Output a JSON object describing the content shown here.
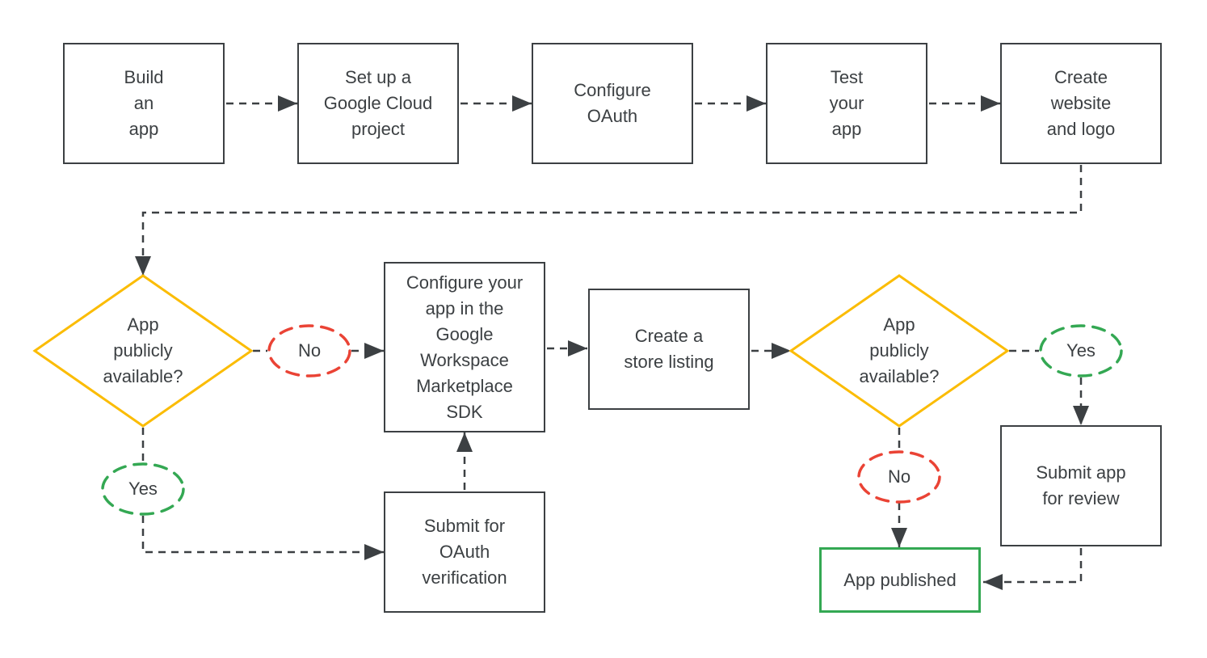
{
  "colors": {
    "line": "#3c4043",
    "text": "#3c4043",
    "decision": "#fbbc04",
    "yes": "#34a853",
    "no": "#ea4335",
    "published": "#34a853",
    "background": "#ffffff"
  },
  "nodes": {
    "build_app": "Build\nan\napp",
    "setup_project": "Set up a\nGoogle Cloud\nproject",
    "configure_oauth": "Configure\nOAuth",
    "test_app": "Test\nyour\napp",
    "create_website": "Create\nwebsite\nand logo",
    "decision_left": "App\npublicly\navailable?",
    "marketplace_sdk": "Configure your\napp in the\nGoogle\nWorkspace\nMarketplace\nSDK",
    "store_listing": "Create a\nstore listing",
    "oauth_verification": "Submit for\nOAuth\nverification",
    "decision_right": "App\npublicly\navailable?",
    "submit_review": "Submit app\nfor review",
    "app_published": "App published"
  },
  "edge_labels": {
    "left_no": "No",
    "left_yes": "Yes",
    "right_yes": "Yes",
    "right_no": "No"
  }
}
